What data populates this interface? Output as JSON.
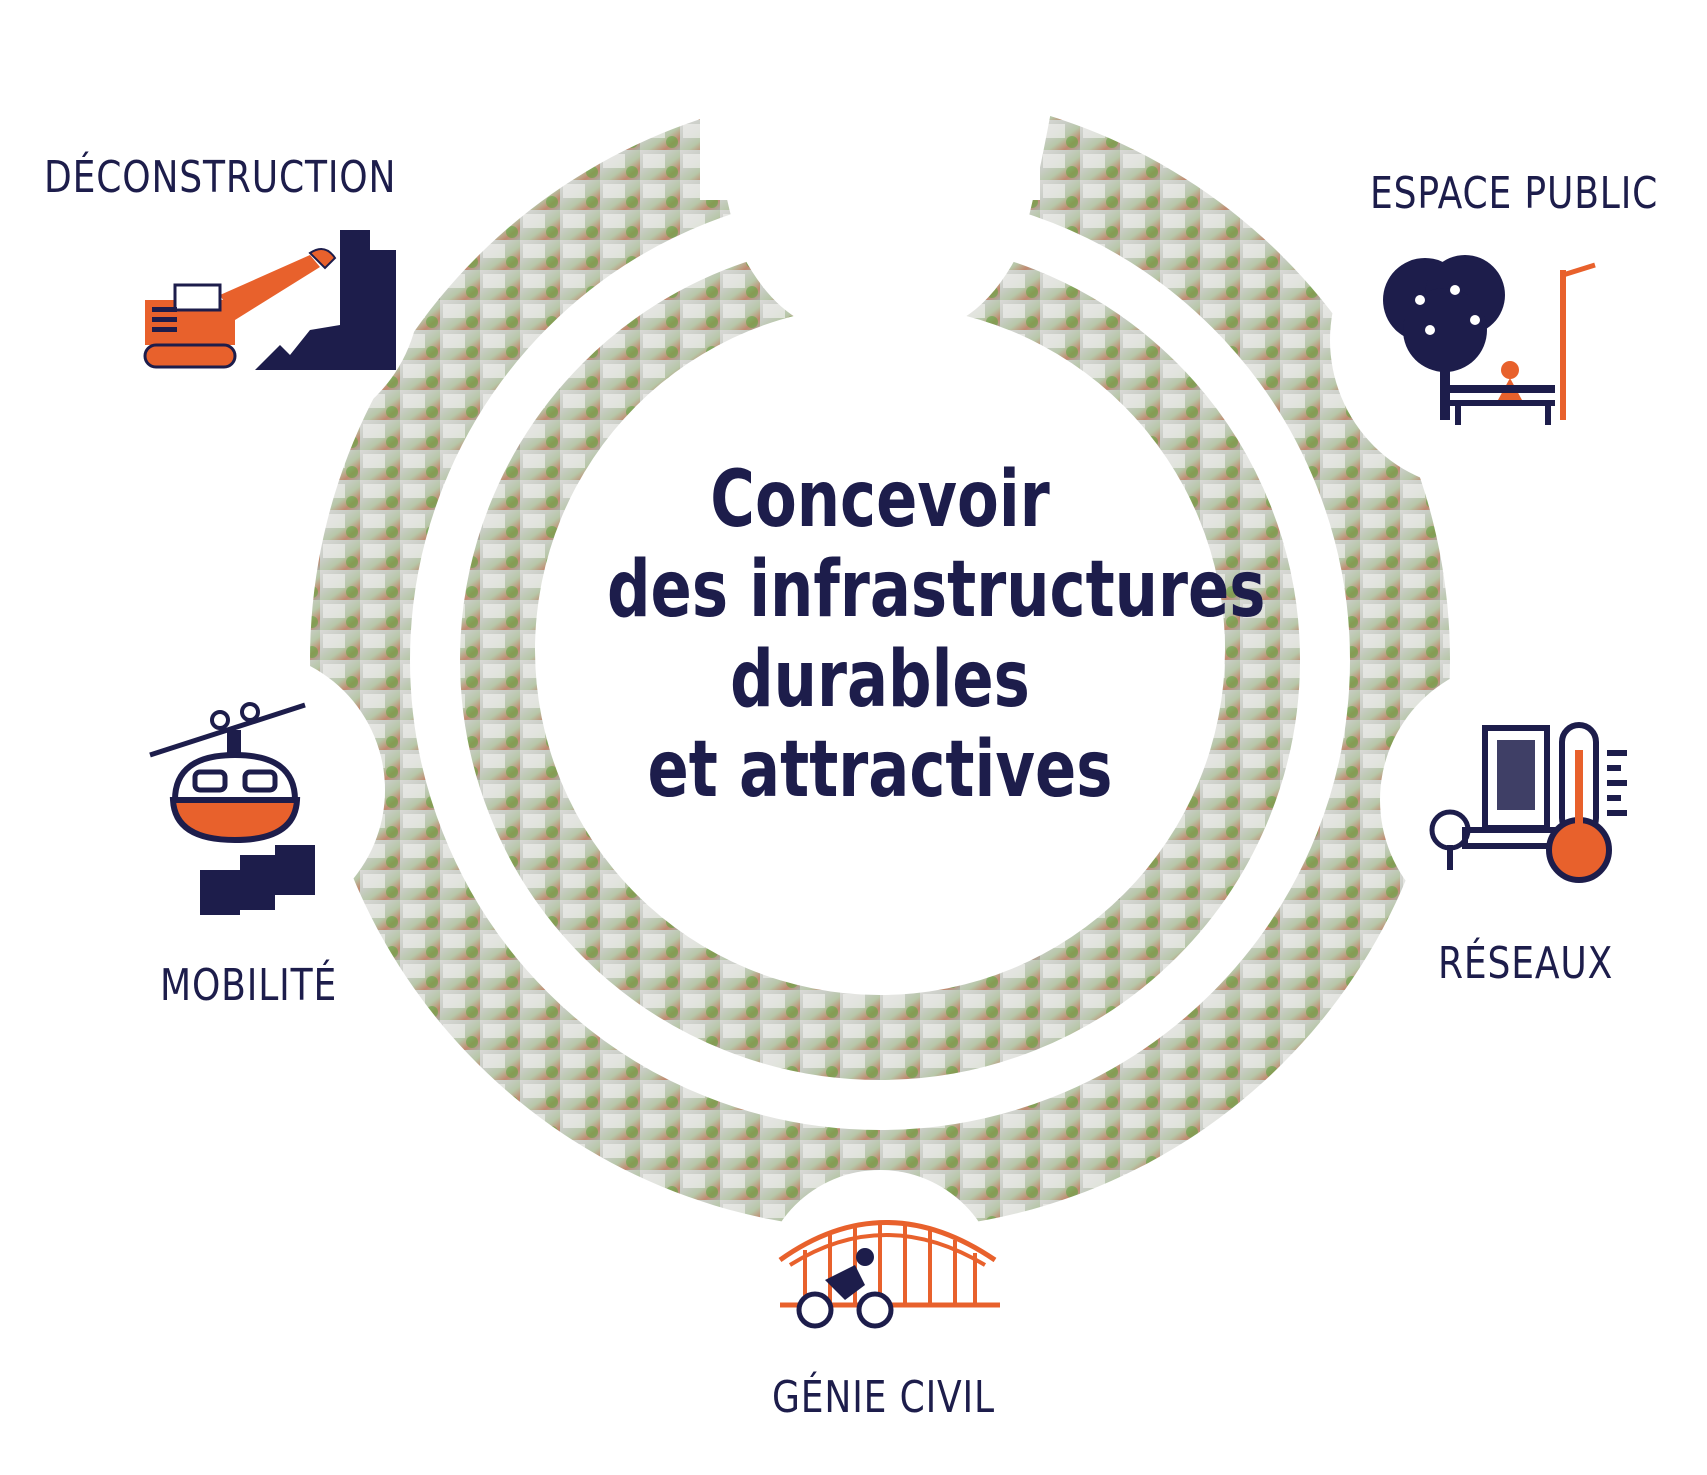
{
  "title": {
    "lines": [
      "Concevoir",
      "des infrastructures",
      "durables",
      "et attractives"
    ]
  },
  "themes": [
    {
      "label": "DÉCONSTRUCTION",
      "icon": "excavator-demolition-icon"
    },
    {
      "label": "ESPACE PUBLIC",
      "icon": "park-bench-tree-icon"
    },
    {
      "label": "MOBILITÉ",
      "icon": "cable-car-icon"
    },
    {
      "label": "RÉSEAUX",
      "icon": "building-thermometer-icon"
    },
    {
      "label": "GÉNIE CIVIL",
      "icon": "bridge-cyclist-icon"
    }
  ],
  "colors": {
    "navy": "#1d1d4b",
    "orange": "#e8612c"
  }
}
